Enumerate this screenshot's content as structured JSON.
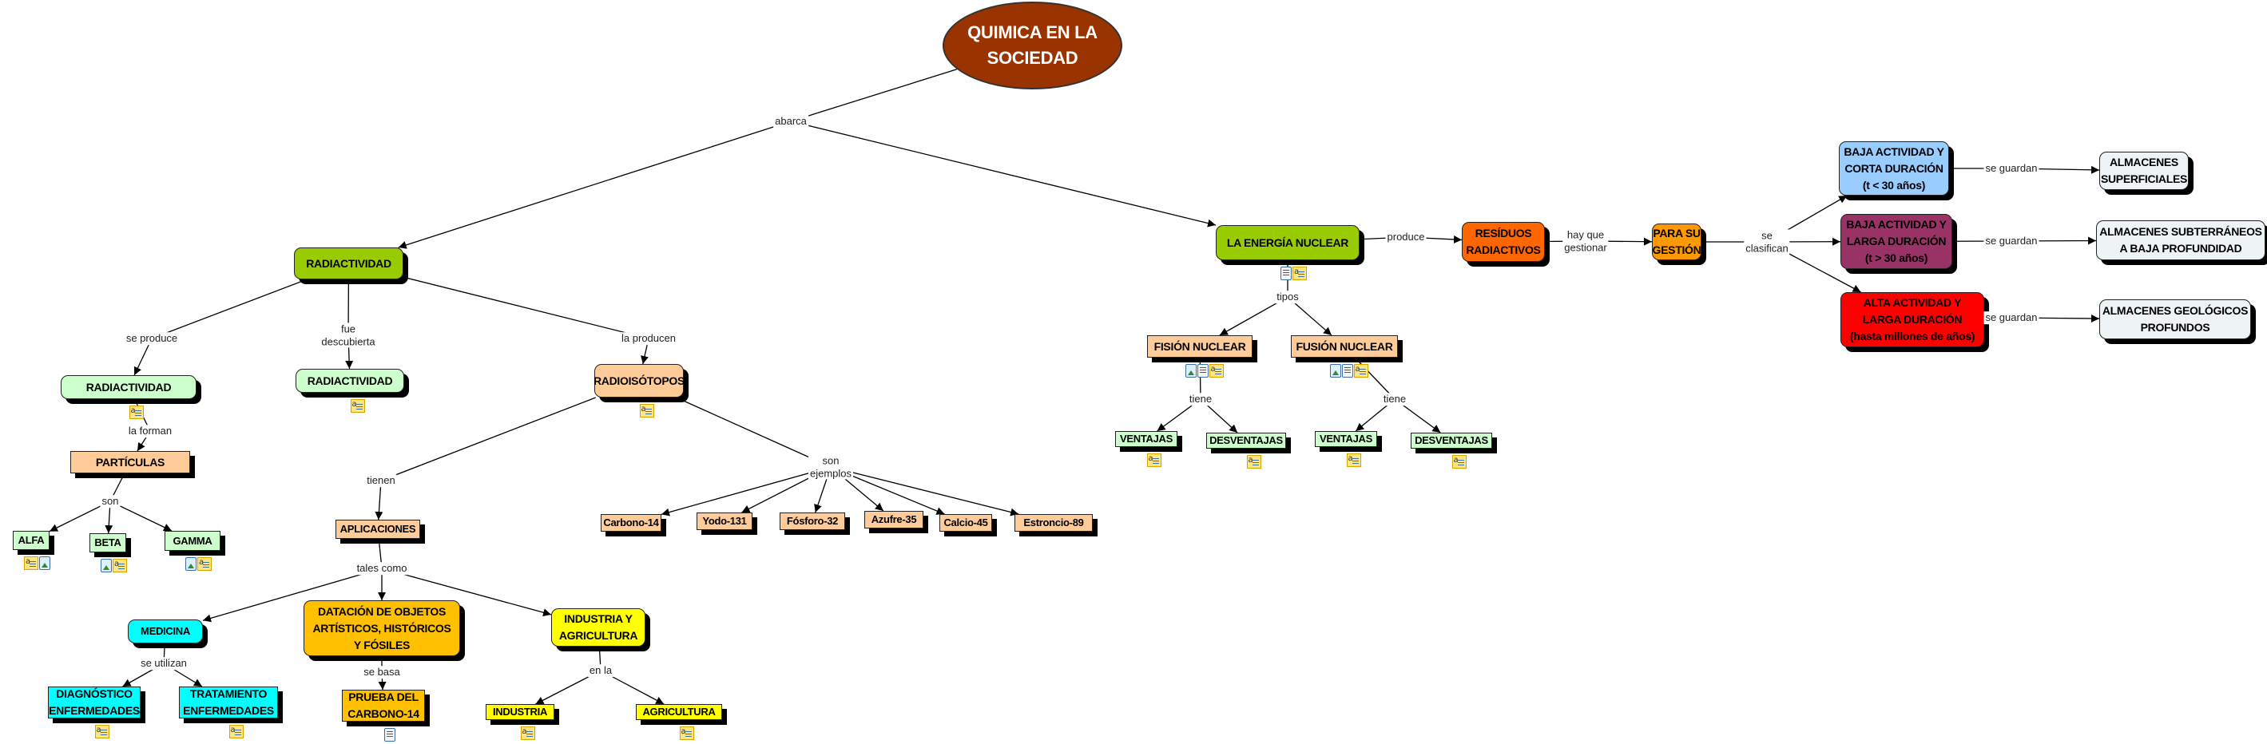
{
  "nodes": [
    {
      "id": "root",
      "label": "QUIMICA EN LA\nSOCIEDAD",
      "color": "#993300",
      "text": "#ffffff",
      "icons": []
    },
    {
      "id": "radiactividad",
      "label": "RADIACTIVIDAD",
      "color": "#99cc00",
      "text": "#000000",
      "icons": []
    },
    {
      "id": "energia",
      "label": "LA ENERGÍA NUCLEAR",
      "color": "#99cc00",
      "text": "#000000",
      "icons": [
        "doc",
        "note"
      ]
    },
    {
      "id": "rad2",
      "label": "RADIACTIVIDAD",
      "color": "#ccffcc",
      "text": "#000000",
      "icons": [
        "note"
      ]
    },
    {
      "id": "rad3",
      "label": "RADIACTIVIDAD",
      "color": "#ccffcc",
      "text": "#000000",
      "icons": [
        "note"
      ]
    },
    {
      "id": "radioisotopos",
      "label": "RADIOISÓTOPOS",
      "color": "#ffcc99",
      "text": "#000000",
      "icons": [
        "note"
      ]
    },
    {
      "id": "particulas",
      "label": "PARTÍCULAS",
      "color": "#ffcc99",
      "text": "#000000",
      "icons": []
    },
    {
      "id": "alfa",
      "label": "ALFA",
      "color": "#ccffcc",
      "text": "#000000",
      "icons": [
        "note",
        "image"
      ]
    },
    {
      "id": "beta",
      "label": "BETA",
      "color": "#ccffcc",
      "text": "#000000",
      "icons": [
        "image",
        "note"
      ]
    },
    {
      "id": "gamma",
      "label": "GAMMA",
      "color": "#ccffcc",
      "text": "#000000",
      "icons": [
        "image",
        "note"
      ]
    },
    {
      "id": "aplicaciones",
      "label": "APLICACIONES",
      "color": "#ffcc99",
      "text": "#000000",
      "icons": []
    },
    {
      "id": "c14",
      "label": "Carbono-14",
      "color": "#ffcc99",
      "text": "#000000",
      "icons": []
    },
    {
      "id": "i131",
      "label": "Yodo-131",
      "color": "#ffcc99",
      "text": "#000000",
      "icons": []
    },
    {
      "id": "p32",
      "label": "Fósforo-32",
      "color": "#ffcc99",
      "text": "#000000",
      "icons": []
    },
    {
      "id": "s35",
      "label": "Azufre-35",
      "color": "#ffcc99",
      "text": "#000000",
      "icons": []
    },
    {
      "id": "ca45",
      "label": "Calcio-45",
      "color": "#ffcc99",
      "text": "#000000",
      "icons": []
    },
    {
      "id": "sr89",
      "label": "Estroncio-89",
      "color": "#ffcc99",
      "text": "#000000",
      "icons": []
    },
    {
      "id": "medicina",
      "label": "MEDICINA",
      "color": "#00ffff",
      "text": "#000000",
      "icons": []
    },
    {
      "id": "datacion",
      "label": "DATACIÓN DE OBJETOS\nARTÍSTICOS, HISTÓRICOS\nY FÓSILES",
      "color": "#ffc000",
      "text": "#000000",
      "icons": []
    },
    {
      "id": "indagri",
      "label": "INDUSTRIA Y\nAGRICULTURA",
      "color": "#ffff00",
      "text": "#000000",
      "icons": []
    },
    {
      "id": "diagnostico",
      "label": "DIAGNÓSTICO\nENFERMEDADES",
      "color": "#00ffff",
      "text": "#000000",
      "icons": [
        "note"
      ]
    },
    {
      "id": "tratamiento",
      "label": "TRATAMIENTO\nENFERMEDADES",
      "color": "#00ffff",
      "text": "#000000",
      "icons": [
        "note"
      ]
    },
    {
      "id": "prueba",
      "label": "PRUEBA DEL\nCARBONO-14",
      "color": "#ffc000",
      "text": "#000000",
      "icons": [
        "doc"
      ]
    },
    {
      "id": "industria",
      "label": "INDUSTRIA",
      "color": "#ffff00",
      "text": "#000000",
      "icons": [
        "note"
      ]
    },
    {
      "id": "agricultura",
      "label": "AGRICULTURA",
      "color": "#ffff00",
      "text": "#000000",
      "icons": [
        "note"
      ]
    },
    {
      "id": "fision",
      "label": "FISIÓN NUCLEAR",
      "color": "#ffcc99",
      "text": "#000000",
      "icons": [
        "image",
        "doc",
        "note"
      ]
    },
    {
      "id": "fusion",
      "label": "FUSIÓN NUCLEAR",
      "color": "#ffcc99",
      "text": "#000000",
      "icons": [
        "image",
        "doc",
        "note"
      ]
    },
    {
      "id": "ven1",
      "label": "VENTAJAS",
      "color": "#ccffcc",
      "text": "#000000",
      "icons": [
        "note"
      ]
    },
    {
      "id": "des1",
      "label": "DESVENTAJAS",
      "color": "#ccffcc",
      "text": "#000000",
      "icons": [
        "note"
      ]
    },
    {
      "id": "ven2",
      "label": "VENTAJAS",
      "color": "#ccffcc",
      "text": "#000000",
      "icons": [
        "note"
      ]
    },
    {
      "id": "des2",
      "label": "DESVENTAJAS",
      "color": "#ccffcc",
      "text": "#000000",
      "icons": [
        "note"
      ]
    },
    {
      "id": "residuos",
      "label": "RESÍDUOS\nRADIACTIVOS",
      "color": "#ff6600",
      "text": "#000000",
      "icons": []
    },
    {
      "id": "gestion",
      "label": "PARA SU\nGESTIÓN",
      "color": "#ff9900",
      "text": "#000000",
      "icons": []
    },
    {
      "id": "bajacorta",
      "label": "BAJA ACTIVIDAD Y\nCORTA DURACIÓN\n(t < 30 años)",
      "color": "#99ccff",
      "text": "#000000",
      "icons": []
    },
    {
      "id": "bajalarga",
      "label": "BAJA ACTIVIDAD Y\nLARGA DURACIÓN\n(t > 30 años)",
      "color": "#993366",
      "text": "#000000",
      "icons": []
    },
    {
      "id": "alta",
      "label": "ALTA ACTIVIDAD Y\nLARGA DURACIÓN\n(hasta millones de años)",
      "color": "#ff0000",
      "text": "#000000",
      "icons": []
    },
    {
      "id": "almsup",
      "label": "ALMACENES\nSUPERFICIALES",
      "color": "#eef3f6",
      "text": "#000000",
      "icons": []
    },
    {
      "id": "almsub",
      "label": "ALMACENES SUBTERRÁNEOS\nA BAJA PROFUNDIDAD",
      "color": "#eef3f6",
      "text": "#000000",
      "icons": []
    },
    {
      "id": "almgeo",
      "label": "ALMACENES GEOLÓGICOS\nPROFUNDOS",
      "color": "#eef3f6",
      "text": "#000000",
      "icons": []
    }
  ],
  "links": [
    {
      "id": "abarca",
      "label": "abarca",
      "from": "root",
      "to": [
        "radiactividad",
        "energia"
      ]
    },
    {
      "id": "seproduce",
      "label": "se produce",
      "from": "radiactividad",
      "to": [
        "rad2"
      ]
    },
    {
      "id": "fuedesc",
      "label": "fue\ndescubierta",
      "from": "radiactividad",
      "to": [
        "rad3"
      ]
    },
    {
      "id": "laproducen",
      "label": "la producen",
      "from": "radiactividad",
      "to": [
        "radioisotopos"
      ]
    },
    {
      "id": "laforman",
      "label": "la forman",
      "from": "rad2",
      "to": [
        "particulas"
      ]
    },
    {
      "id": "son",
      "label": "son",
      "from": "particulas",
      "to": [
        "alfa",
        "beta",
        "gamma"
      ]
    },
    {
      "id": "tienen",
      "label": "tienen",
      "from": "radioisotopos",
      "to": [
        "aplicaciones"
      ]
    },
    {
      "id": "sonejemplos",
      "label": "son\nejemplos",
      "from": "radioisotopos",
      "to": [
        "c14",
        "i131",
        "p32",
        "s35",
        "ca45",
        "sr89"
      ]
    },
    {
      "id": "talescomo",
      "label": "tales como",
      "from": "aplicaciones",
      "to": [
        "medicina",
        "datacion",
        "indagri"
      ]
    },
    {
      "id": "seutilizan",
      "label": "se utilizan",
      "from": "medicina",
      "to": [
        "diagnostico",
        "tratamiento"
      ]
    },
    {
      "id": "sebasa",
      "label": "se basa",
      "from": "datacion",
      "to": [
        "prueba"
      ]
    },
    {
      "id": "enla",
      "label": "en la",
      "from": "indagri",
      "to": [
        "industria",
        "agricultura"
      ]
    },
    {
      "id": "produce",
      "label": "produce",
      "from": "energia",
      "to": [
        "residuos"
      ]
    },
    {
      "id": "tipos",
      "label": "tipos",
      "from": "energia",
      "to": [
        "fision",
        "fusion"
      ]
    },
    {
      "id": "tiene1",
      "label": "tiene",
      "from": "fision",
      "to": [
        "ven1",
        "des1"
      ]
    },
    {
      "id": "tiene2",
      "label": "tiene",
      "from": "fusion",
      "to": [
        "ven2",
        "des2"
      ]
    },
    {
      "id": "hayque",
      "label": "hay que\ngestionar",
      "from": "residuos",
      "to": [
        "gestion"
      ]
    },
    {
      "id": "seclasifican",
      "label": "se\nclasifican",
      "from": "gestion",
      "to": [
        "bajacorta",
        "bajalarga",
        "alta"
      ]
    },
    {
      "id": "seguardan1",
      "label": "se guardan",
      "from": "bajacorta",
      "to": [
        "almsup"
      ]
    },
    {
      "id": "seguardan2",
      "label": "se guardan",
      "from": "bajalarga",
      "to": [
        "almsub"
      ]
    },
    {
      "id": "seguardan3",
      "label": "se guardan",
      "from": "alta",
      "to": [
        "almgeo"
      ]
    }
  ]
}
